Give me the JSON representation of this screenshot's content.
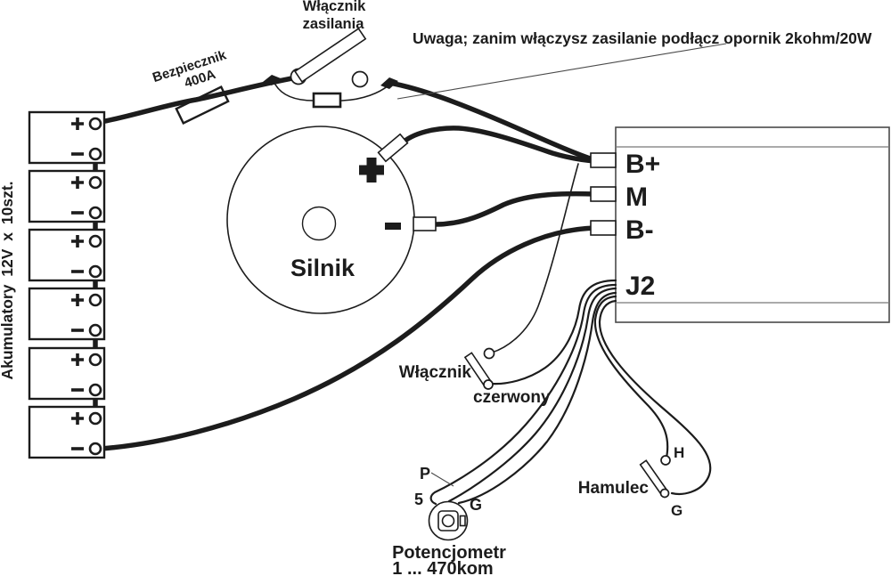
{
  "warning": {
    "text": "Uwaga; zanim włączysz zasilanie podłącz opornik 2kohm/20W"
  },
  "power_switch": {
    "line1": "Włącznik",
    "line2": "zasilania"
  },
  "fuse": {
    "line1": "Bezpiecznik",
    "line2": "400A"
  },
  "batteries": {
    "label": "Akumulatory 12V x 10szt.",
    "cells_drawn": 6,
    "plus": "+",
    "minus": "-"
  },
  "motor": {
    "label": "Silnik",
    "plus": "+",
    "minus": "-"
  },
  "controller": {
    "terminal_b_plus": "B+",
    "terminal_m": "M",
    "terminal_b_minus": "B-",
    "connector": "J2"
  },
  "key_switch": {
    "label": "Włącznik",
    "wire_label": "czerwony"
  },
  "potentiometer": {
    "line1": "Potencjometr",
    "line2": "1 ... 470kom",
    "pin_5": "5",
    "pin_p": "P",
    "pin_g": "G"
  },
  "brake": {
    "label": "Hamulec",
    "pin_h": "H",
    "pin_g": "G"
  },
  "colors": {
    "ink": "#1c1c1c",
    "background": "#ffffff",
    "panel_line": "#777777"
  }
}
